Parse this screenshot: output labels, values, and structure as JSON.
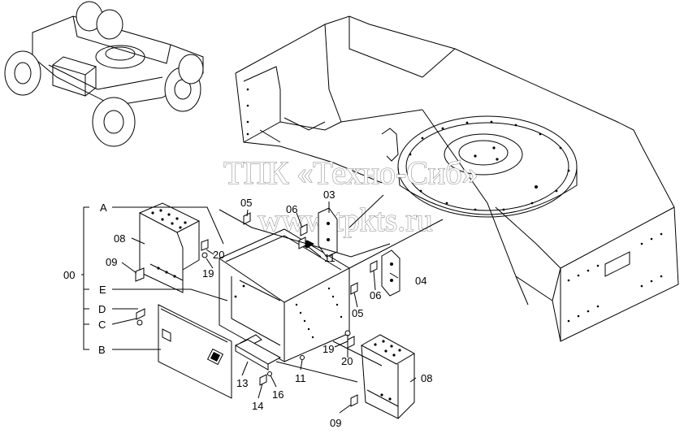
{
  "watermark": {
    "line1": "ТПК «Техно-Сиб»",
    "line2": "www.tpkts.ru"
  },
  "labels": {
    "A": "A",
    "E": "E",
    "D": "D",
    "C": "C",
    "B": "B",
    "group": "00",
    "p03": "03",
    "p04": "04",
    "p05a": "05",
    "p05b": "05",
    "p06a": "06",
    "p06b": "06",
    "p08a": "08",
    "p08b": "08",
    "p09a": "09",
    "p09b": "09",
    "p11a": "11",
    "p11b": "11",
    "p13": "13",
    "p14": "14",
    "p16": "16",
    "p19a": "19",
    "p19b": "19",
    "p20a": "20",
    "p20b": "20"
  }
}
